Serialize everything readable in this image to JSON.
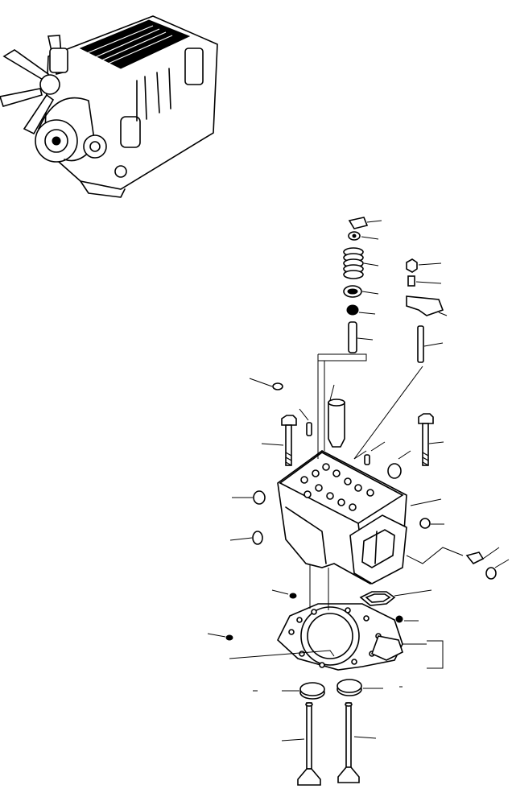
{
  "diagram": {
    "kind": "exploded parts illustration",
    "text_labels": [],
    "overview_figure": "engine-overview",
    "assembly": "cylinder-head"
  }
}
